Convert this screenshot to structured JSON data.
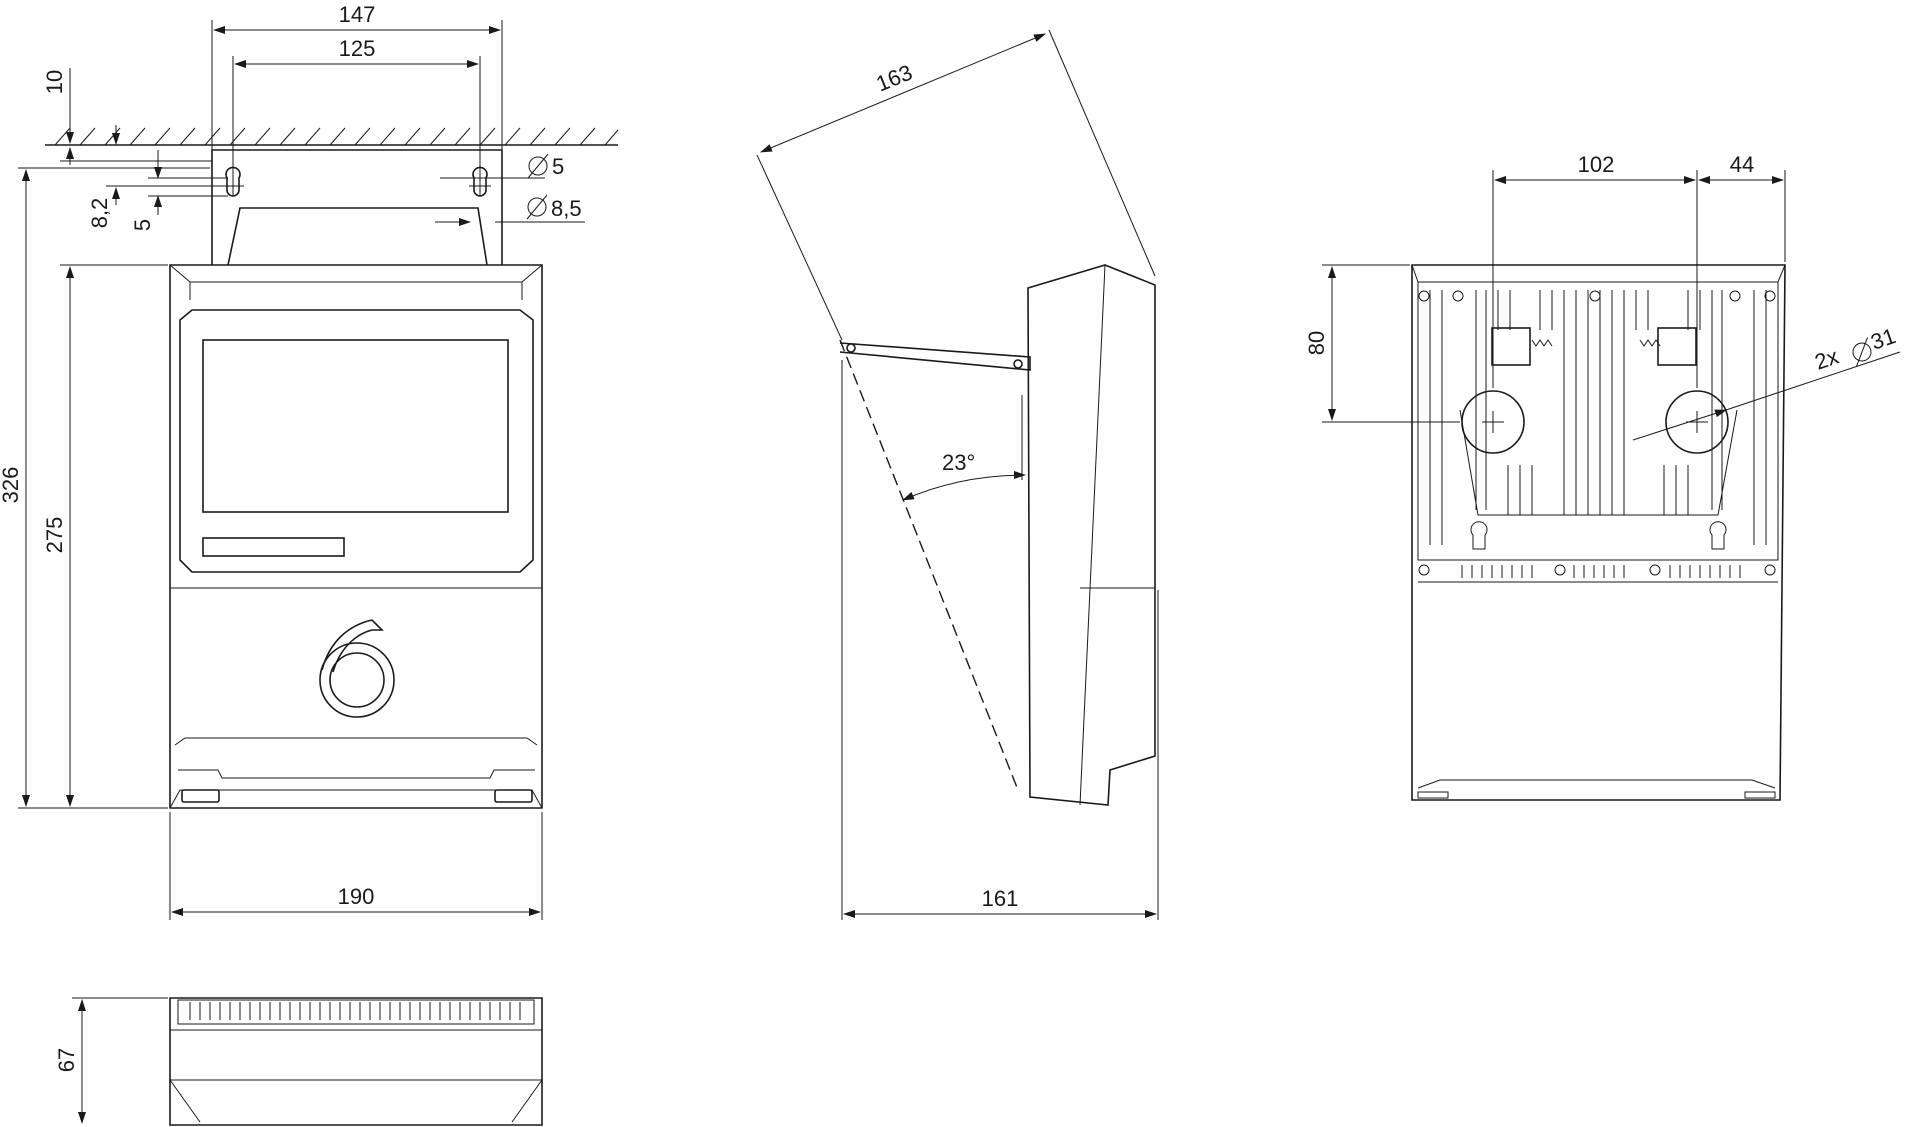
{
  "dimensions": {
    "front_outer_width": "147",
    "front_inner_width": "125",
    "front_top_gap": "10",
    "front_offset_small": "8,2",
    "front_offset_5": "5",
    "hole_small": "5",
    "hole_large": "8,5",
    "total_height": "326",
    "body_height": "275",
    "body_width": "190",
    "bottom_depth": "67",
    "side_diagonal": "163",
    "side_angle": "23°",
    "side_depth": "161",
    "rear_spacing": "102",
    "rear_edge": "44",
    "rear_top": "80",
    "rear_holes": "2x",
    "rear_hole_dia": "31"
  },
  "logo": {
    "glyph": "6"
  },
  "colors": {
    "line": "#1a1a1a",
    "background": "#ffffff"
  }
}
